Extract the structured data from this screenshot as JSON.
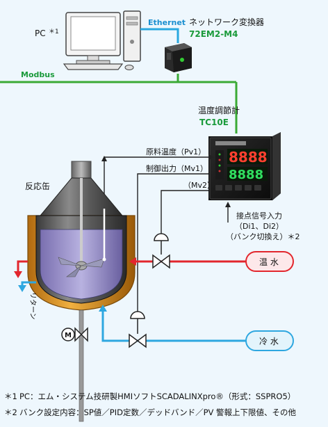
{
  "labels": {
    "pc": "PC",
    "pc_mark": "＊1",
    "ethernet": "Ethernet",
    "converter_name": "ネットワーク変換器",
    "converter_model": "72EM2-M4",
    "modbus": "Modbus",
    "controller_name": "温度調節計",
    "controller_model": "TC10E",
    "controller_display_top": "8888",
    "controller_display_bottom": "8888",
    "pv1": "原料温度（Pv1）",
    "mv1": "制御出力（Mv1）",
    "mv2": "（Mv2）",
    "contact_line1": "接点信号入力",
    "contact_line2": "（Di1、Di2）",
    "contact_line3": "（バンク切換え）＊2",
    "reactor": "反応缶",
    "return": "リターン",
    "hot_water": "温 水",
    "cold_water": "冷 水",
    "motor": "M"
  },
  "footnotes": [
    {
      "mark": "＊1",
      "text": "PC：エム・システム技研製HMIソフトSCADALINXpro®（形式：SSPRO5）"
    },
    {
      "mark": "＊2",
      "text": "バンク設定内容：SP値／PID定数／デッドバンド／PV 警報上下限値、その他"
    }
  ],
  "colors": {
    "background": "#eef7fd",
    "modbus_line": "#3aaa35",
    "ethernet_line": "#29a8e0",
    "model_text": "#1a9a3a",
    "hot_line": "#e2262d",
    "cold_line": "#2ea7e0",
    "signal_line": "#222222"
  }
}
